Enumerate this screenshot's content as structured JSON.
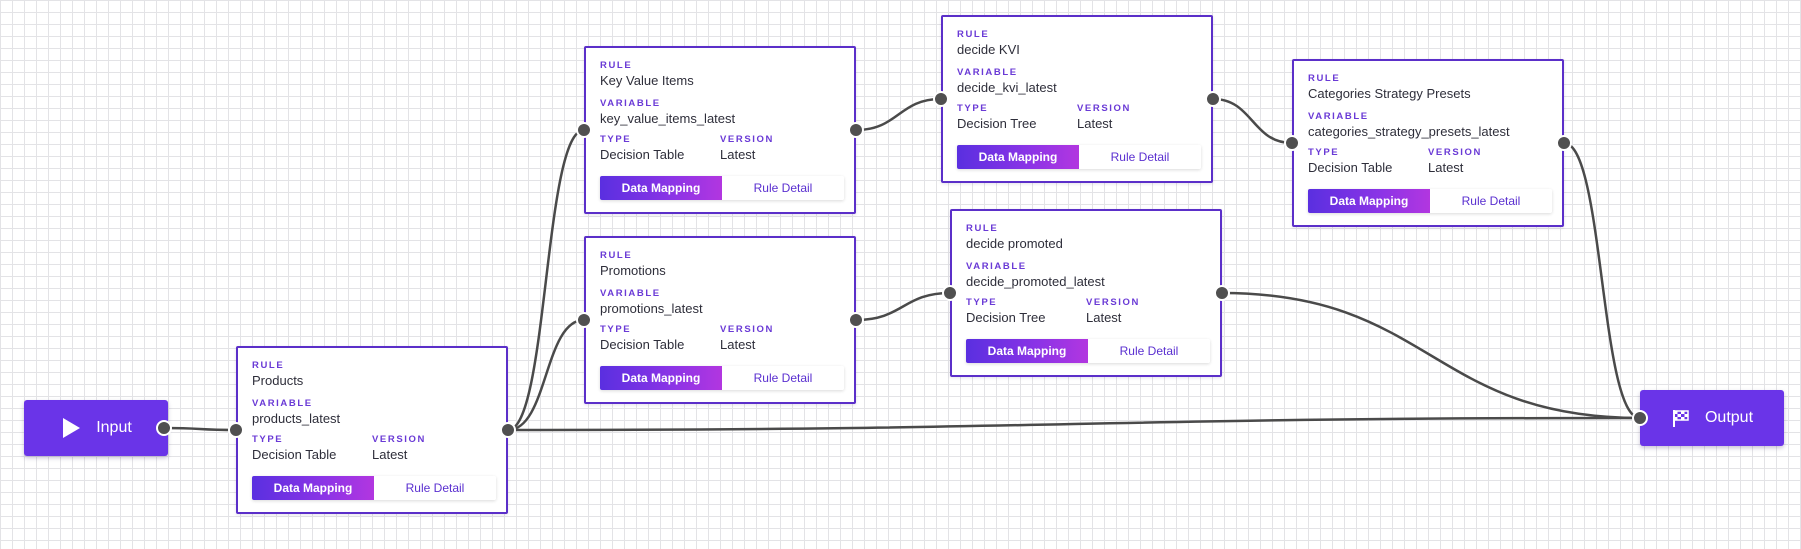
{
  "colors": {
    "accent": "#6a34e8",
    "border": "#5b2fc9",
    "edge": "#4a4a4a",
    "handle": "#505050"
  },
  "input_node": {
    "label": "Input",
    "icon": "play-icon"
  },
  "output_node": {
    "label": "Output",
    "icon": "checkered-flag-icon"
  },
  "labels": {
    "rule": "RULE",
    "variable": "VARIABLE",
    "type": "TYPE",
    "version": "VERSION"
  },
  "buttons": {
    "data_mapping": "Data Mapping",
    "rule_detail": "Rule Detail"
  },
  "nodes": [
    {
      "id": "products",
      "rule": "Products",
      "variable": "products_latest",
      "type": "Decision Table",
      "version": "Latest"
    },
    {
      "id": "key-value-items",
      "rule": "Key Value Items",
      "variable": "key_value_items_latest",
      "type": "Decision Table",
      "version": "Latest"
    },
    {
      "id": "promotions",
      "rule": "Promotions",
      "variable": "promotions_latest",
      "type": "Decision Table",
      "version": "Latest"
    },
    {
      "id": "decide-kvi",
      "rule": "decide KVI",
      "variable": "decide_kvi_latest",
      "type": "Decision Tree",
      "version": "Latest"
    },
    {
      "id": "decide-promoted",
      "rule": "decide promoted",
      "variable": "decide_promoted_latest",
      "type": "Decision Tree",
      "version": "Latest"
    },
    {
      "id": "categories-strategy-presets",
      "rule": "Categories Strategy Presets",
      "variable": "categories_strategy_presets_latest",
      "type": "Decision Table",
      "version": "Latest"
    }
  ],
  "edges": [
    {
      "from": "input",
      "to": "products"
    },
    {
      "from": "products",
      "to": "key-value-items"
    },
    {
      "from": "products",
      "to": "promotions"
    },
    {
      "from": "products",
      "to": "output"
    },
    {
      "from": "key-value-items",
      "to": "decide-kvi"
    },
    {
      "from": "promotions",
      "to": "decide-promoted"
    },
    {
      "from": "decide-kvi",
      "to": "categories-strategy-presets"
    },
    {
      "from": "decide-promoted",
      "to": "output"
    },
    {
      "from": "categories-strategy-presets",
      "to": "output"
    }
  ]
}
